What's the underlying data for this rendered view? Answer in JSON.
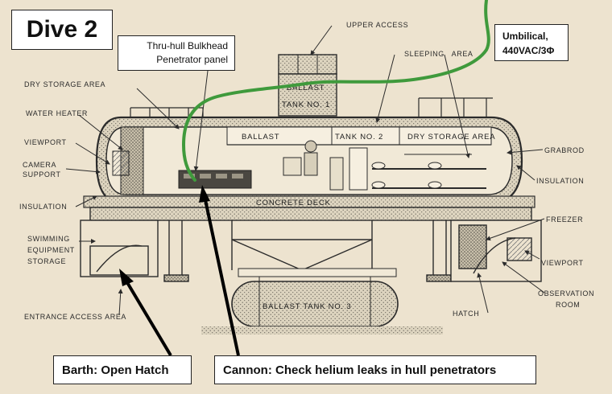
{
  "title": "Dive 2",
  "callouts": {
    "penetrator_line1": "Thru-hull Bulkhead",
    "penetrator_line2": "Penetrator panel",
    "umbilical_line1": "Umbilical,",
    "umbilical_line2": "440VAC/3Φ",
    "barth": "Barth: Open Hatch",
    "cannon": "Cannon: Check helium leaks in hull penetrators"
  },
  "labels": {
    "upper_access": "UPPER ACCESS",
    "sleeping_area": "SLEEPING   AREA",
    "dry_storage_left": "DRY STORAGE AREA",
    "water_heater": "WATER HEATER",
    "viewport_left": "VIEWPORT",
    "camera_support_1": "CAMERA",
    "camera_support_2": "SUPPORT",
    "insulation_left": "INSULATION",
    "swimming_1": "SWIMMING",
    "swimming_2": "EQUIPMENT",
    "swimming_3": "STORAGE",
    "entrance_access": "ENTRANCE ACCESS AREA",
    "grabrod": "GRABROD",
    "insulation_right": "INSULATION",
    "freezer": "FREEZER",
    "viewport_right": "VIEWPORT",
    "observation_1": "OBSERVATION",
    "observation_2": "ROOM",
    "hatch": "HATCH"
  },
  "inner_labels": {
    "ballast": "BALLAST",
    "tank_no_1": "TANK NO. 1",
    "ballast_mid": "BALLAST",
    "tank_no_2": "TANK NO. 2",
    "dry_storage_area": "DRY STORAGE AREA",
    "concrete_deck": "CONCRETE DECK",
    "ballast_tank_3": "BALLAST TANK NO. 3"
  },
  "colors": {
    "paper": "#ede3cf",
    "ink": "#2b2b2b",
    "umbilical": "#3f9a3c",
    "pointer": "#000000"
  }
}
